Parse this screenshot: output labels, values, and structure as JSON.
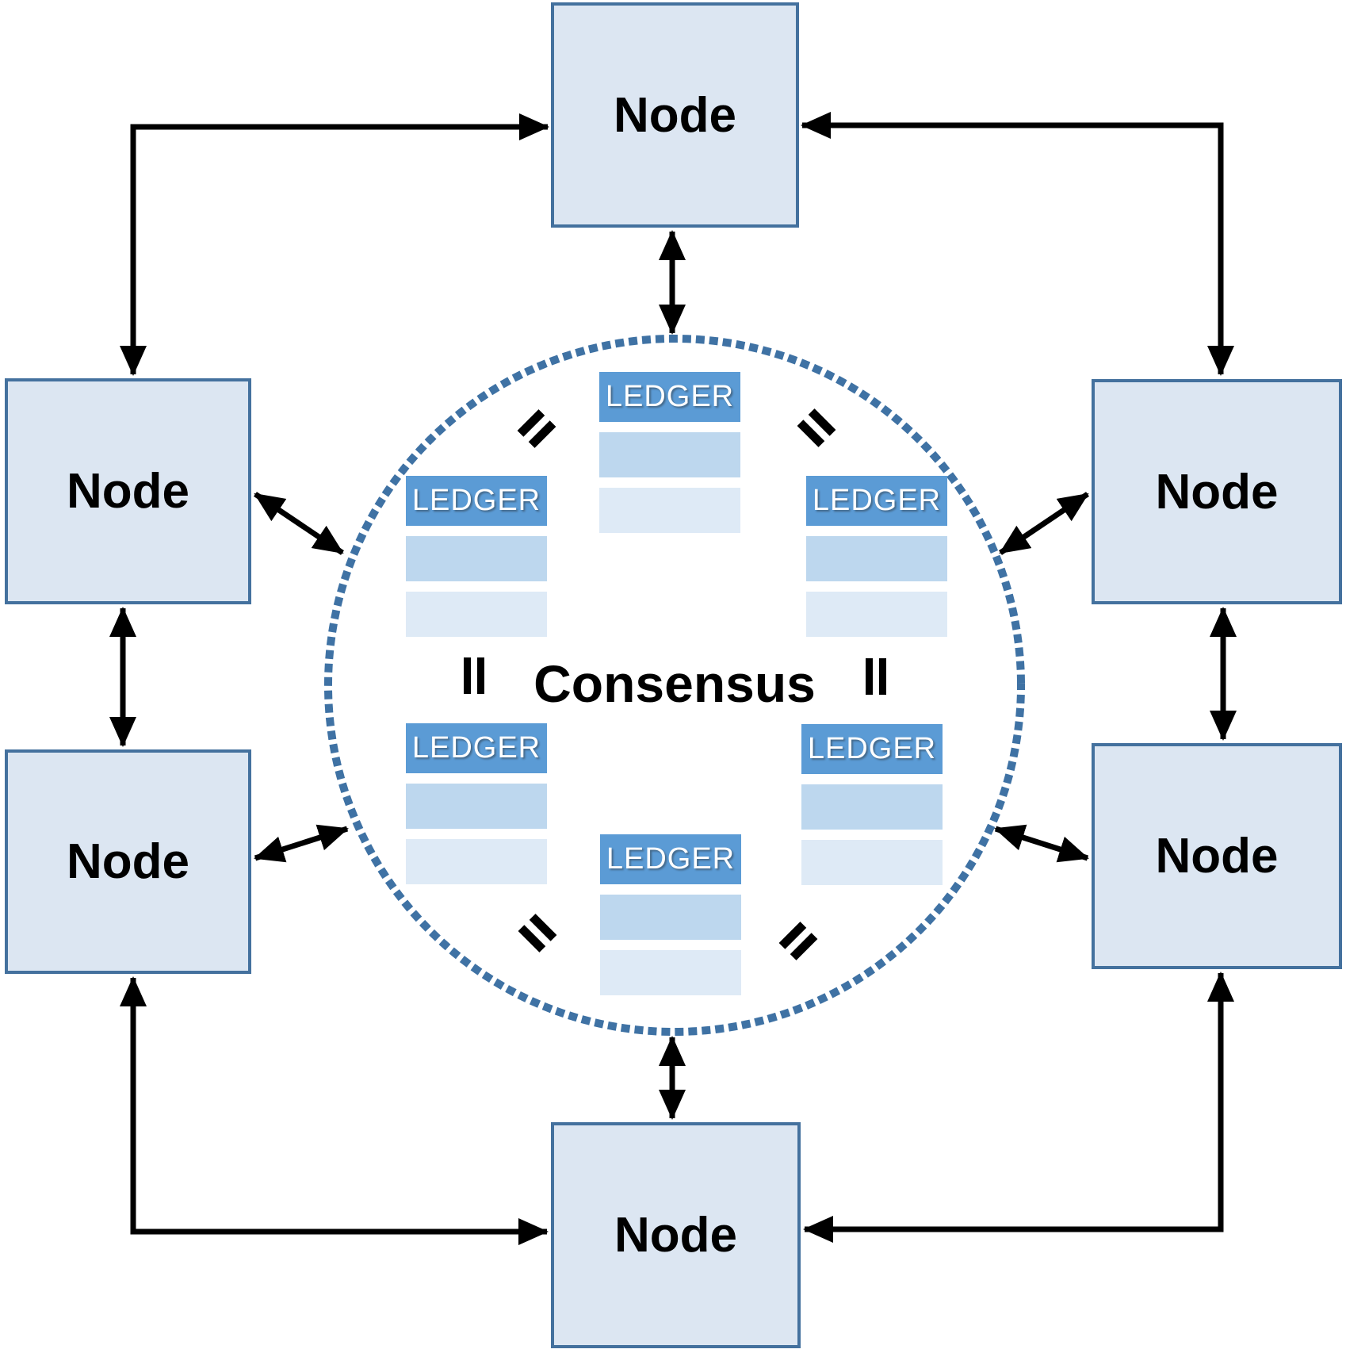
{
  "colors": {
    "node-fill": "#dce6f2",
    "node-border": "#44719e",
    "node-text": "#000000",
    "ledger-header-bg": "#5b9bd5",
    "ledger-row1-bg": "#bdd7ee",
    "ledger-row2-bg": "#deeaf6",
    "ledger-text": "#ffffff",
    "circle-dot": "#3f72a4",
    "arrow": "#000000",
    "page-bg": "#ffffff"
  },
  "nodes": [
    {
      "id": "top",
      "label": "Node"
    },
    {
      "id": "upper-left",
      "label": "Node"
    },
    {
      "id": "upper-right",
      "label": "Node"
    },
    {
      "id": "lower-left",
      "label": "Node"
    },
    {
      "id": "lower-right",
      "label": "Node"
    },
    {
      "id": "bottom",
      "label": "Node"
    }
  ],
  "consensus": {
    "label": "Consensus"
  },
  "ledgers": [
    {
      "id": "top-center",
      "header": "LEDGER",
      "blank_rows": 2
    },
    {
      "id": "upper-left",
      "header": "LEDGER",
      "blank_rows": 2
    },
    {
      "id": "upper-right",
      "header": "LEDGER",
      "blank_rows": 2
    },
    {
      "id": "lower-left",
      "header": "LEDGER",
      "blank_rows": 2
    },
    {
      "id": "lower-right",
      "header": "LEDGER",
      "blank_rows": 2
    },
    {
      "id": "bottom-center",
      "header": "LEDGER",
      "blank_rows": 2
    }
  ],
  "equals_marks": [
    {
      "id": "top-left",
      "orientation": "diagonal-up"
    },
    {
      "id": "top-right",
      "orientation": "diagonal-down"
    },
    {
      "id": "middle-left",
      "orientation": "vertical"
    },
    {
      "id": "middle-right",
      "orientation": "vertical"
    },
    {
      "id": "bottom-left",
      "orientation": "diagonal-down"
    },
    {
      "id": "bottom-right",
      "orientation": "diagonal-up"
    }
  ]
}
